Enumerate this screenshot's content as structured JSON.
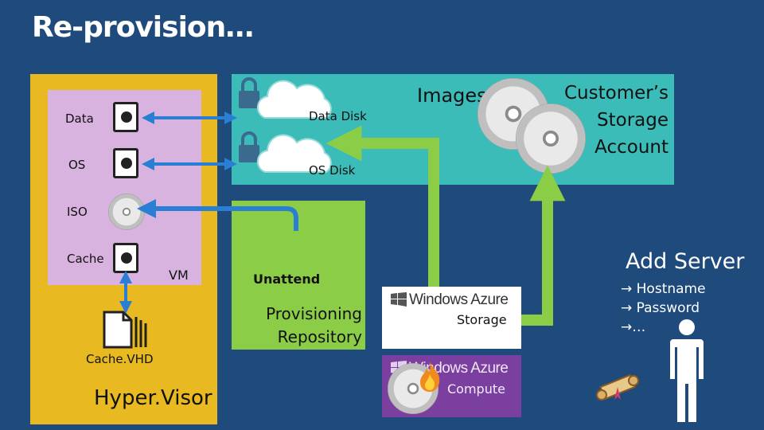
{
  "title": "Re-provision…",
  "hypervisor": {
    "label": "Hyper.Visor",
    "cache_vhd_label": "Cache.VHD"
  },
  "vm": {
    "label": "VM",
    "disks": [
      {
        "label": "Data",
        "icon": "hard-drive-icon"
      },
      {
        "label": "OS",
        "icon": "hard-drive-icon"
      },
      {
        "label": "ISO",
        "icon": "cd-disc-icon"
      },
      {
        "label": "Cache",
        "icon": "hard-drive-icon"
      }
    ]
  },
  "storage": {
    "data_disk_label": "Data Disk",
    "os_disk_label": "OS Disk",
    "images_label": "Images",
    "account_label": "Customer’s Storage Account"
  },
  "repository": {
    "unattend_label": "Unattend",
    "label": "Provisioning Repository"
  },
  "azure": {
    "brand": "Windows Azure",
    "storage_label": "Storage",
    "compute_label": "Compute"
  },
  "add_server": {
    "title": "Add Server",
    "items": [
      "→ Hostname",
      "→ Password",
      "→…"
    ]
  },
  "colors": {
    "background": "#1f4a7c",
    "hypervisor": "#e8b920",
    "vm": "#d9b3e0",
    "storage": "#3bbcb8",
    "repository": "#8ccd48",
    "compute": "#7b3fa0",
    "arrow_blue": "#2a7fd4",
    "arrow_green": "#8ccd48"
  }
}
